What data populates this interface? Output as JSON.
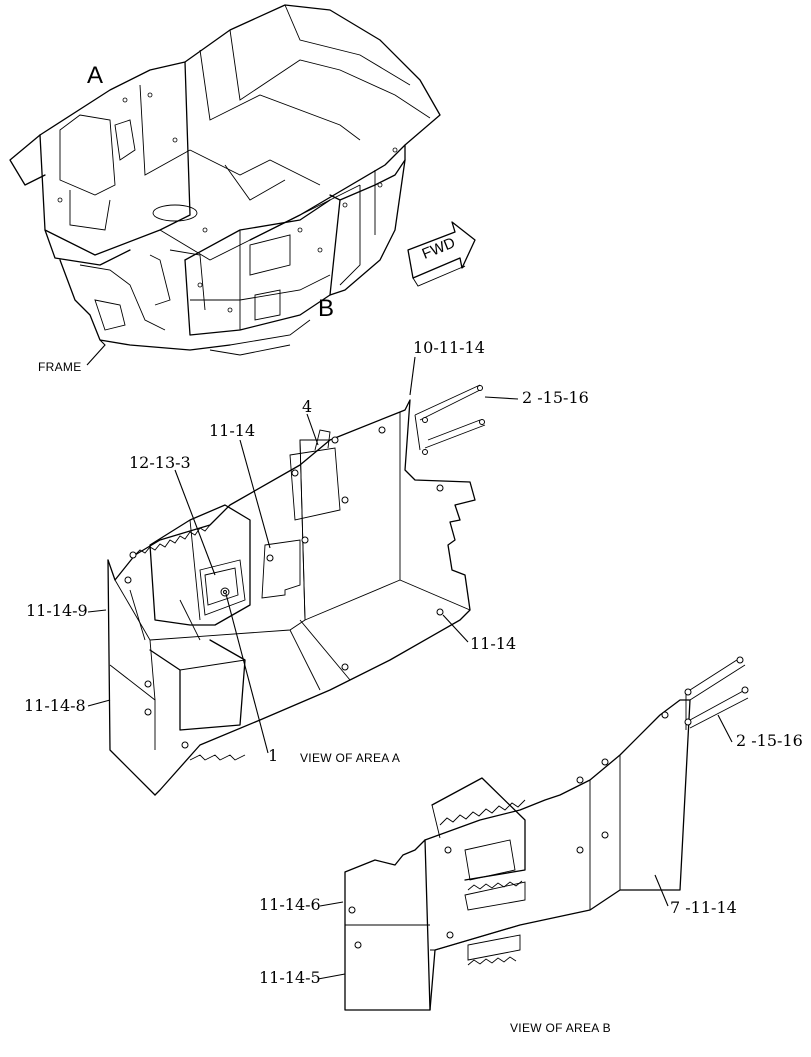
{
  "overview": {
    "area_a_letter": "A",
    "area_b_letter": "B",
    "frame_label": "FRAME",
    "fwd_label": "FWD"
  },
  "view_a": {
    "caption": "VIEW OF AREA  A",
    "callouts": [
      "10-11-14",
      "2 -15-16",
      "4",
      "11-14",
      "12-13-3",
      "11-14-9",
      "11-14",
      "11-14-8",
      "1"
    ]
  },
  "view_b": {
    "caption": "VIEW OF AREA  B",
    "callouts": [
      "2 -15-16",
      "11-14-6",
      "7 -11-14",
      "11-14-5"
    ]
  }
}
